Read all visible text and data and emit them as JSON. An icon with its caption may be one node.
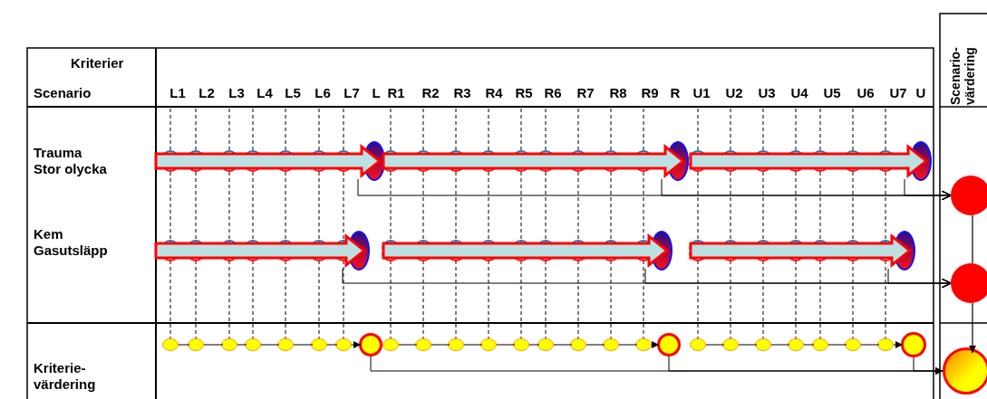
{
  "diagram": {
    "nodes": [
      {
        "text": [],
        "shape": "ellipse"
      },
      {
        "text": [],
        "shape": "ellipse"
      },
      {
        "text": [],
        "shape": "ellipse"
      },
      {
        "text": [],
        "shape": "circle"
      },
      {
        "text": [],
        "shape": "ellipse"
      },
      {
        "text": [],
        "shape": "ellipse"
      },
      {
        "text": [],
        "shape": "ellipse"
      },
      {
        "text": [],
        "shape": "circle"
      },
      {
        "text": [],
        "shape": "ellipse"
      },
      {
        "text": [],
        "shape": "ellipse"
      },
      {
        "text": [],
        "shape": "ellipse"
      },
      {
        "text": [],
        "shape": "ellipse"
      },
      {
        "text": [],
        "shape": "ellipse"
      },
      {
        "text": [],
        "shape": "ellipse"
      },
      {
        "text": [],
        "shape": "ellipse"
      },
      {
        "text": [],
        "shape": "circle"
      },
      {
        "text": [],
        "shape": "ellipse"
      },
      {
        "text": [],
        "shape": "ellipse"
      },
      {
        "text": [],
        "shape": "ellipse"
      },
      {
        "text": [],
        "shape": "ellipse"
      },
      {
        "text": [],
        "shape": "ellipse"
      },
      {
        "text": [],
        "shape": "ellipse"
      },
      {
        "text": [],
        "shape": "ellipse"
      },
      {
        "text": [],
        "shape": "ellipse"
      },
      {
        "text": [],
        "shape": "ellipse"
      },
      {
        "text": [],
        "shape": "circle"
      },
      {
        "text": [],
        "shape": "ellipse"
      },
      {
        "text": [],
        "shape": "ellipse"
      },
      {
        "text": [],
        "shape": "ellipse"
      },
      {
        "text": [],
        "shape": "ellipse"
      },
      {
        "text": [],
        "shape": "ellipse"
      },
      {
        "text": [],
        "shape": "ellipse"
      },
      {
        "text": [],
        "shape": "ellipse"
      },
      {
        "text": [],
        "shape": "circle"
      },
      {
        "text": [],
        "shape": "circle"
      }
    ],
    "edges": [
      {
        "from": null,
        "to": 0,
        "arrow": "to",
        "style": "thick",
        "color": "#ff0000"
      },
      {
        "from": null,
        "to": 1,
        "arrow": "to",
        "style": "thick",
        "color": "#ff0000"
      },
      {
        "from": null,
        "to": 2,
        "arrow": "to",
        "style": "thick",
        "color": "#ff0000"
      },
      {
        "from": 0,
        "to": 3,
        "arrow": "to"
      },
      {
        "from": 1,
        "to": 3,
        "arrow": "to"
      },
      {
        "from": 2,
        "to": 3,
        "arrow": "to"
      },
      {
        "from": null,
        "to": 4,
        "arrow": "to",
        "style": "thick",
        "color": "#ff0000"
      },
      {
        "from": null,
        "to": 5,
        "arrow": "to",
        "style": "thick",
        "color": "#ff0000"
      },
      {
        "from": null,
        "to": 6,
        "arrow": "to",
        "style": "thick",
        "color": "#ff0000"
      },
      {
        "from": 4,
        "to": 7,
        "arrow": "to"
      },
      {
        "from": 5,
        "to": 7,
        "arrow": "to"
      },
      {
        "from": 6,
        "to": 7,
        "arrow": "to"
      },
      {
        "from": 8,
        "to": 9,
        "arrow": "none"
      },
      {
        "from": 9,
        "to": 10,
        "arrow": "none"
      },
      {
        "from": 10,
        "to": 11,
        "arrow": "none"
      },
      {
        "from": 11,
        "to": 12,
        "arrow": "none"
      },
      {
        "from": 12,
        "to": 13,
        "arrow": "none"
      },
      {
        "from": 13,
        "to": 14,
        "arrow": "none"
      },
      {
        "from": 14,
        "to": 15,
        "arrow": "to"
      },
      {
        "from": 16,
        "to": 17,
        "arrow": "none"
      },
      {
        "from": 17,
        "to": 18,
        "arrow": "none"
      },
      {
        "from": 18,
        "to": 19,
        "arrow": "none"
      },
      {
        "from": 19,
        "to": 20,
        "arrow": "none"
      },
      {
        "from": 20,
        "to": 21,
        "arrow": "none"
      },
      {
        "from": 21,
        "to": 22,
        "arrow": "none"
      },
      {
        "from": 22,
        "to": 23,
        "arrow": "none"
      },
      {
        "from": 23,
        "to": 24,
        "arrow": "none"
      },
      {
        "from": 24,
        "to": 25,
        "arrow": "to"
      },
      {
        "from": 26,
        "to": 27,
        "arrow": "none"
      },
      {
        "from": 27,
        "to": 28,
        "arrow": "none"
      },
      {
        "from": 28,
        "to": 29,
        "arrow": "none"
      },
      {
        "from": 29,
        "to": 30,
        "arrow": "none"
      },
      {
        "from": 30,
        "to": 31,
        "arrow": "none"
      },
      {
        "from": 31,
        "to": 32,
        "arrow": "none"
      },
      {
        "from": 32,
        "to": 33,
        "arrow": "to"
      },
      {
        "from": 15,
        "to": 34,
        "arrow": "to"
      },
      {
        "from": 25,
        "to": 34,
        "arrow": "to"
      },
      {
        "from": 33,
        "to": 34,
        "arrow": "to"
      },
      {
        "from": 3,
        "to": 7,
        "arrow": "none"
      },
      {
        "from": 7,
        "to": 34,
        "arrow": "to"
      }
    ],
    "labels": [
      "Kriterier",
      "Scenario",
      "L1",
      "L2",
      "L3",
      "L4",
      "L5",
      "L6",
      "L7",
      "L",
      "R1",
      "R2",
      "R3",
      "R4",
      "R5",
      "R6",
      "R7",
      "R8",
      "R9",
      "R",
      "U1",
      "U2",
      "U3",
      "U4",
      "U5",
      "U6",
      "U7",
      "U",
      "Scenario-värdering",
      "Trauma Stor olycka",
      "Kem Gasutsläpp",
      "Kriterie-värdering"
    ]
  }
}
